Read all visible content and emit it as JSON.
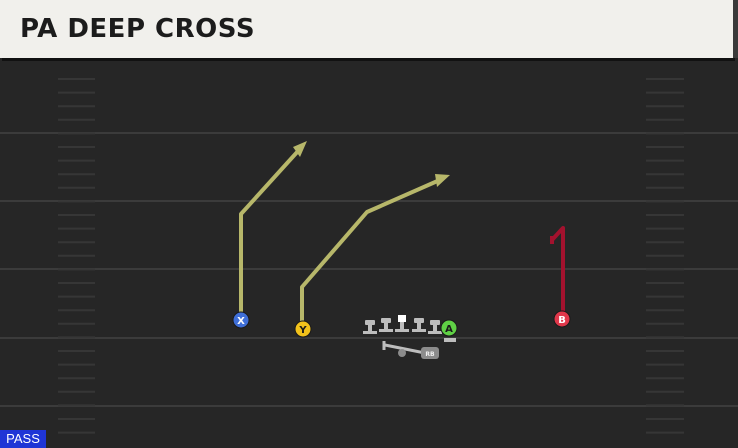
{
  "play": {
    "title": "PA DEEP CROSS",
    "type_tag": "PASS"
  },
  "players": {
    "x": "X",
    "y": "Y",
    "a": "A",
    "b": "B",
    "rb": "RB"
  },
  "colors": {
    "field": "#262626",
    "yard_line": "#3a3a3a",
    "route_primary": "#b7b76a",
    "route_block": "#a3122e",
    "x_icon": "#3f6fd8",
    "y_icon": "#f2c21b",
    "a_icon": "#5fd045",
    "b_icon": "#e0384b",
    "pass_tag": "#1f35d6"
  }
}
